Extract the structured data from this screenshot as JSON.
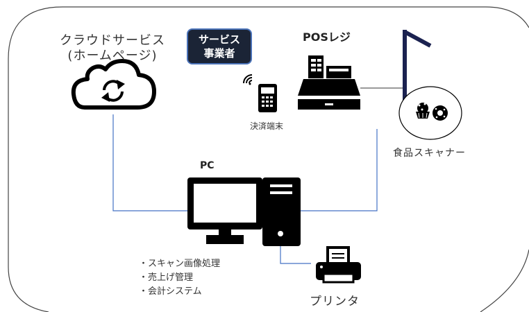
{
  "cloud": {
    "label_line1": "クラウドサービス",
    "label_line2": "(ホームページ)",
    "icon": "cloud-sync-icon"
  },
  "provider": {
    "line1": "サービス",
    "line2": "事業者"
  },
  "pos": {
    "label": "POSレジ",
    "icon": "cash-register-icon"
  },
  "payment": {
    "label": "決済端末",
    "icon": "payment-terminal-icon"
  },
  "scanner": {
    "label": "食品スキャナー",
    "icon": "food-scanner-icon"
  },
  "pc": {
    "label": "PC",
    "features": [
      "・スキャン画像処理",
      "・売上げ管理",
      "・会計システム"
    ],
    "icon": "desktop-computer-icon"
  },
  "printer": {
    "label": "プリンタ",
    "icon": "printer-icon"
  },
  "colors": {
    "icon": "#000000",
    "connector": "#4472c4",
    "provider_bg": "#1b2436",
    "provider_border": "#4a72b8"
  }
}
